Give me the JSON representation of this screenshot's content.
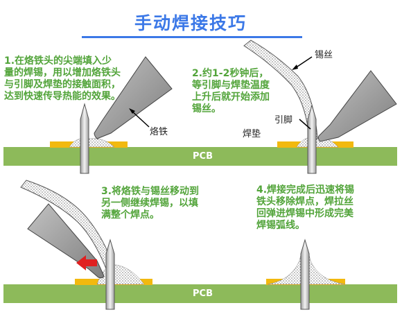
{
  "title": "手动焊接技巧",
  "steps": [
    {
      "text": "1.在烙铁头的尖端填入少\n量的焊锡，用以增加烙铁头\n与引脚及焊垫的接触面积，\n达到快速传导热能的效果。"
    },
    {
      "text": "2.约1-2秒钟后，\n等引脚与焊垫温度\n上升后就开始添加\n锡丝。"
    },
    {
      "text": "3.将烙铁与锡丝移动到\n另一侧继续焊锡，以填\n满整个焊点。"
    },
    {
      "text": "4.焊接完成后迅速将锡\n铁头移除焊点，焊拉丝\n回弹进焊锡中形成完美\n焊锡弧线。"
    }
  ],
  "labels": {
    "iron": "烙铁",
    "solder_wire": "锡丝",
    "lead": "引脚",
    "pad": "焊垫",
    "pcb": "PCB"
  },
  "colors": {
    "title": "#3b78e7",
    "step_text": "#52a43a",
    "pcb": "#8dba5a",
    "pad": "#f2b90f",
    "iron_body": "#9a9a9a",
    "arrow": "#e02020"
  }
}
